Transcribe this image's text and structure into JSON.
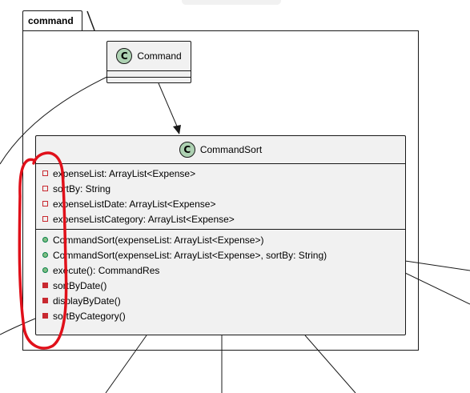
{
  "package": {
    "name": "command"
  },
  "classes": {
    "command": {
      "stereotype_letter": "C",
      "name": "Command"
    },
    "command_sort": {
      "stereotype_letter": "C",
      "name": "CommandSort",
      "fields": [
        {
          "visibility": "private",
          "text": "expenseList: ArrayList<Expense>"
        },
        {
          "visibility": "private",
          "text": "sortBy: String"
        },
        {
          "visibility": "private",
          "text": "expenseListDate: ArrayList<Expense>"
        },
        {
          "visibility": "private",
          "text": "expenseListCategory: ArrayList<Expense>"
        }
      ],
      "methods": [
        {
          "visibility": "public",
          "text": "CommandSort(expenseList: ArrayList<Expense>)"
        },
        {
          "visibility": "public",
          "text": "CommandSort(expenseList: ArrayList<Expense>, sortBy: String)"
        },
        {
          "visibility": "public",
          "text": "execute(): CommandRes"
        },
        {
          "visibility": "private",
          "text": "sortByDate()"
        },
        {
          "visibility": "private",
          "text": "displayByDate()"
        },
        {
          "visibility": "private",
          "text": "sortByCategory()"
        }
      ]
    }
  },
  "colors": {
    "class_fill": "#f1f1f1",
    "class_icon": "#add1b2",
    "private_marker": "#c82930",
    "public_marker": "#84be84",
    "annotation": "#e0101a"
  }
}
